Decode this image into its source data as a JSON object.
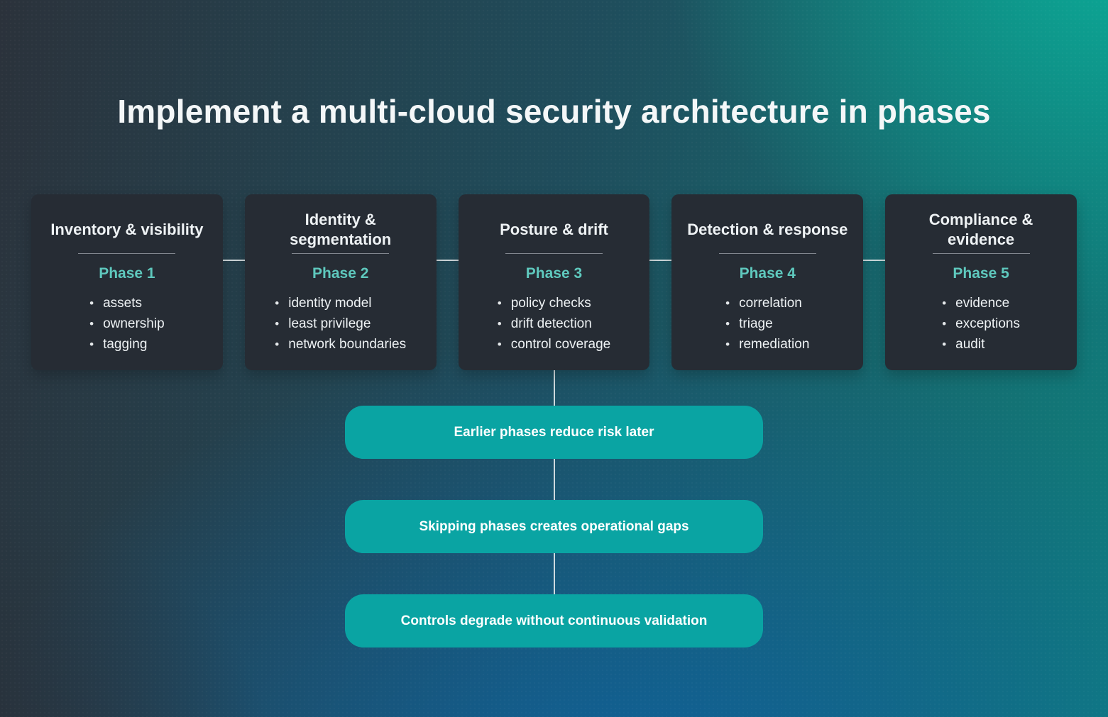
{
  "title": "Implement a multi-cloud security architecture in phases",
  "phases": [
    {
      "title": "Inventory & visibility",
      "phase_label": "Phase 1",
      "bullets": [
        "assets",
        "ownership",
        "tagging"
      ]
    },
    {
      "title": "Identity & segmentation",
      "phase_label": "Phase 2",
      "bullets": [
        "identity model",
        "least privilege",
        "network boundaries"
      ]
    },
    {
      "title": "Posture & drift",
      "phase_label": "Phase 3",
      "bullets": [
        "policy checks",
        "drift detection",
        "control coverage"
      ]
    },
    {
      "title": "Detection & response",
      "phase_label": "Phase 4",
      "bullets": [
        "correlation",
        "triage",
        "remediation"
      ]
    },
    {
      "title": "Compliance & evidence",
      "phase_label": "Phase 5",
      "bullets": [
        "evidence",
        "exceptions",
        "audit"
      ]
    }
  ],
  "callouts": [
    "Earlier phases reduce risk later",
    "Skipping phases creates operational gaps",
    "Controls degrade without continuous validation"
  ],
  "colors": {
    "card_bg": "#262c34",
    "phase_label": "#5fc9be",
    "callout_bg": "#0aa4a3",
    "connector": "#e2e8ea",
    "title_text": "#f4f7f8",
    "card_text": "#eef2f4"
  }
}
